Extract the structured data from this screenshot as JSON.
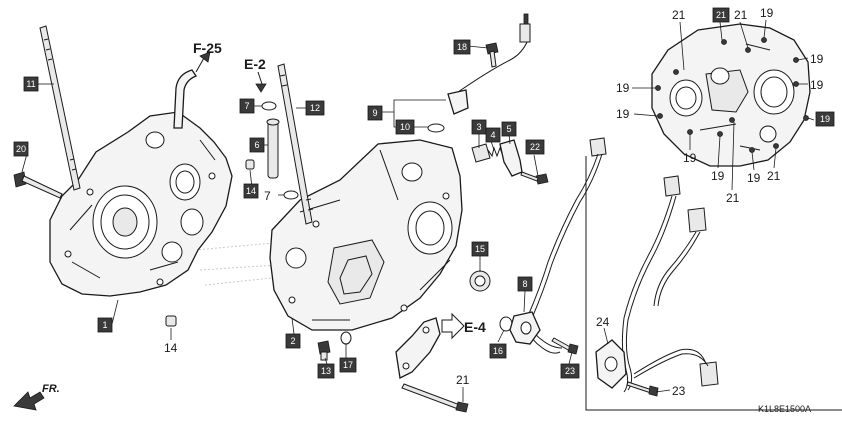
{
  "diagram": {
    "code": "K1L8E1500A",
    "direction_label": "FR.",
    "refs": {
      "f25": "F-25",
      "e2": "E-2",
      "e4": "E-4"
    }
  },
  "parts": {
    "p1": "1",
    "p2": "2",
    "p3": "3",
    "p4": "4",
    "p5": "5",
    "p6": "6",
    "p7": "7",
    "p8": "8",
    "p9": "9",
    "p10": "10",
    "p11": "11",
    "p12": "12",
    "p13": "13",
    "p14": "14",
    "p15": "15",
    "p16": "16",
    "p17": "17",
    "p18": "18",
    "p19": "19",
    "p20": "20",
    "p21": "21",
    "p22": "22",
    "p23": "23",
    "p24": "24"
  }
}
